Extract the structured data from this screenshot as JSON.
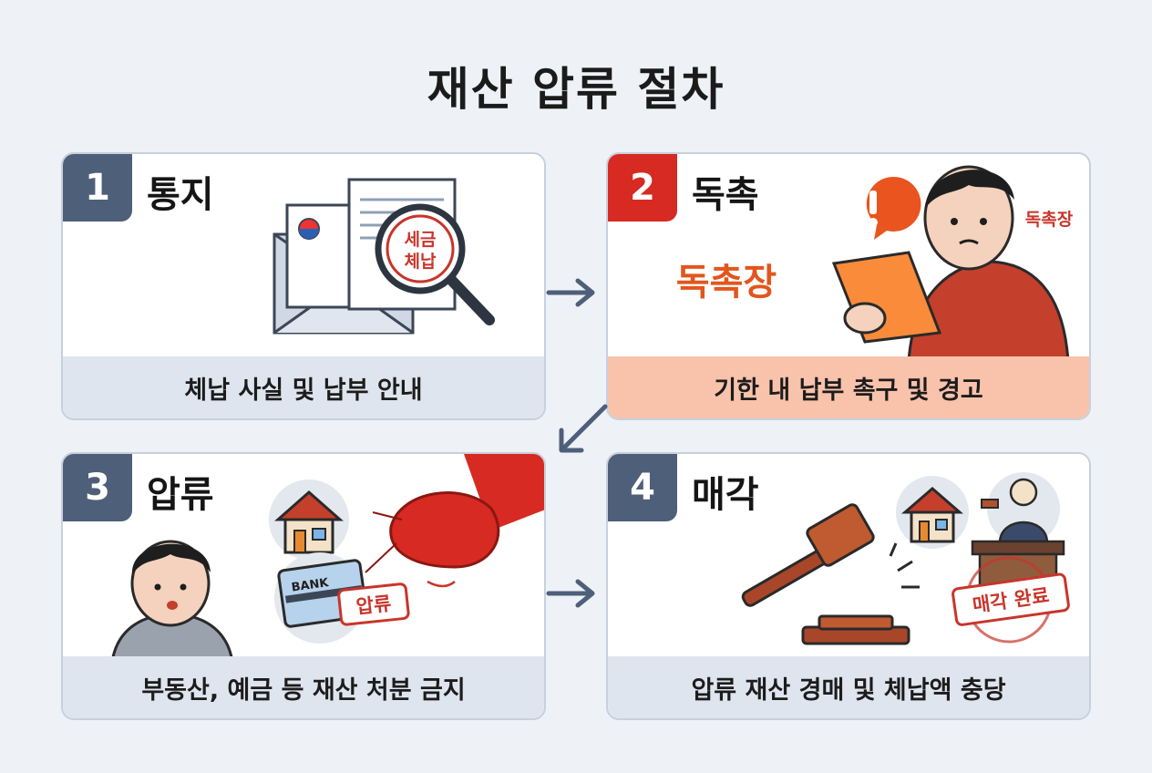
{
  "title": "재산 압류 절차",
  "steps": [
    {
      "number": "1",
      "title": "통지",
      "description": "체납 사실 및 납부 안내",
      "seal": [
        "세금",
        "체납"
      ]
    },
    {
      "number": "2",
      "title": "독촉",
      "description": "기한 내 납부 촉구 및 경고",
      "label_big": "독촉장",
      "label_small": "독촉장"
    },
    {
      "number": "3",
      "title": "압류",
      "description": "부동산, 예금 등 재산 처분 금지",
      "bank": "BANK",
      "stamp": "압류"
    },
    {
      "number": "4",
      "title": "매각",
      "description": "압류 재산 경매 및 체납액 충당",
      "stamp": "매각 완료"
    }
  ],
  "colors": {
    "badge_blue": "#4e5f7a",
    "badge_red": "#d62a22",
    "accent_orange": "#e2561d",
    "stamp_red": "#c8352a",
    "arrow": "#4e5f7a"
  },
  "icons": [
    "envelope-icon",
    "document-icon",
    "magnifier-icon",
    "alert-icon",
    "person-icon",
    "house-icon",
    "bank-card-icon",
    "fist-icon",
    "gavel-icon",
    "judge-icon"
  ]
}
